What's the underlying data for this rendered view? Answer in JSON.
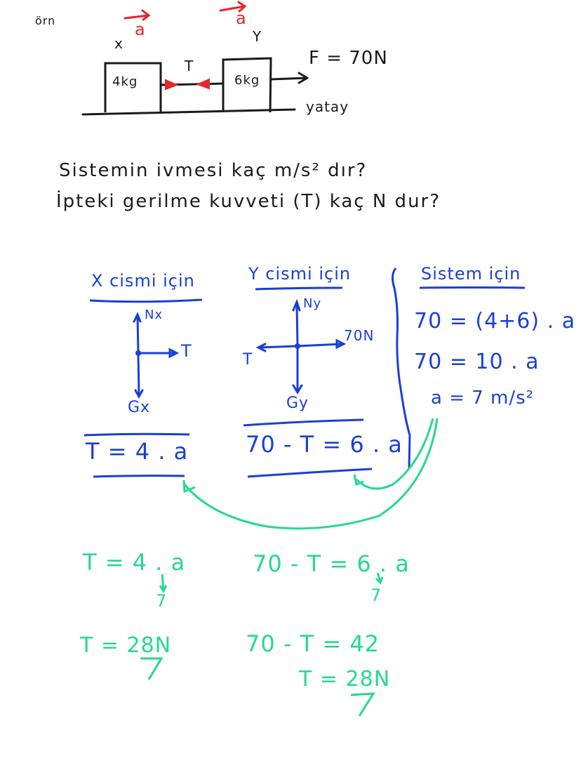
{
  "colors": {
    "black_ink": "#1a1a1a",
    "blue_ink": "#1a3fd6",
    "red_ink": "#e8252b",
    "green_ink": "#25d98e",
    "background": "#ffffff"
  },
  "header": {
    "example_label": "örn"
  },
  "diagram": {
    "block_x": {
      "label": "x",
      "mass": "4kg",
      "accel": "a"
    },
    "block_y": {
      "label": "Y",
      "mass": "6kg",
      "accel": "a"
    },
    "rope_tension": "T",
    "force": "F = 70N",
    "surface": "yatay"
  },
  "questions": [
    "Sistemin ivmesi kaç m/s² dır?",
    "İpteki gerilme kuvveti (T) kaç N dur?"
  ],
  "free_body": {
    "x": {
      "title": "X cismi için",
      "up": "Nx",
      "right": "T",
      "down": "Gx",
      "equation": "T = 4 . a"
    },
    "y": {
      "title": "Y cismi için",
      "up": "Ny",
      "right": "70N",
      "left": "T",
      "down": "Gy",
      "equation": "70 - T = 6 . a"
    }
  },
  "system": {
    "title": "Sistem için",
    "lines": [
      "70 = (4+6) . a",
      "70 = 10 . a",
      "a = 7 m/s²"
    ]
  },
  "solution": {
    "left": {
      "line1": "T = 4 . a",
      "sub": "7",
      "line2": "T = 28N"
    },
    "right": {
      "line1": "70 - T = 6 . a",
      "sub": "7",
      "line2": "70 - T = 42",
      "line3": "T = 28N"
    }
  }
}
